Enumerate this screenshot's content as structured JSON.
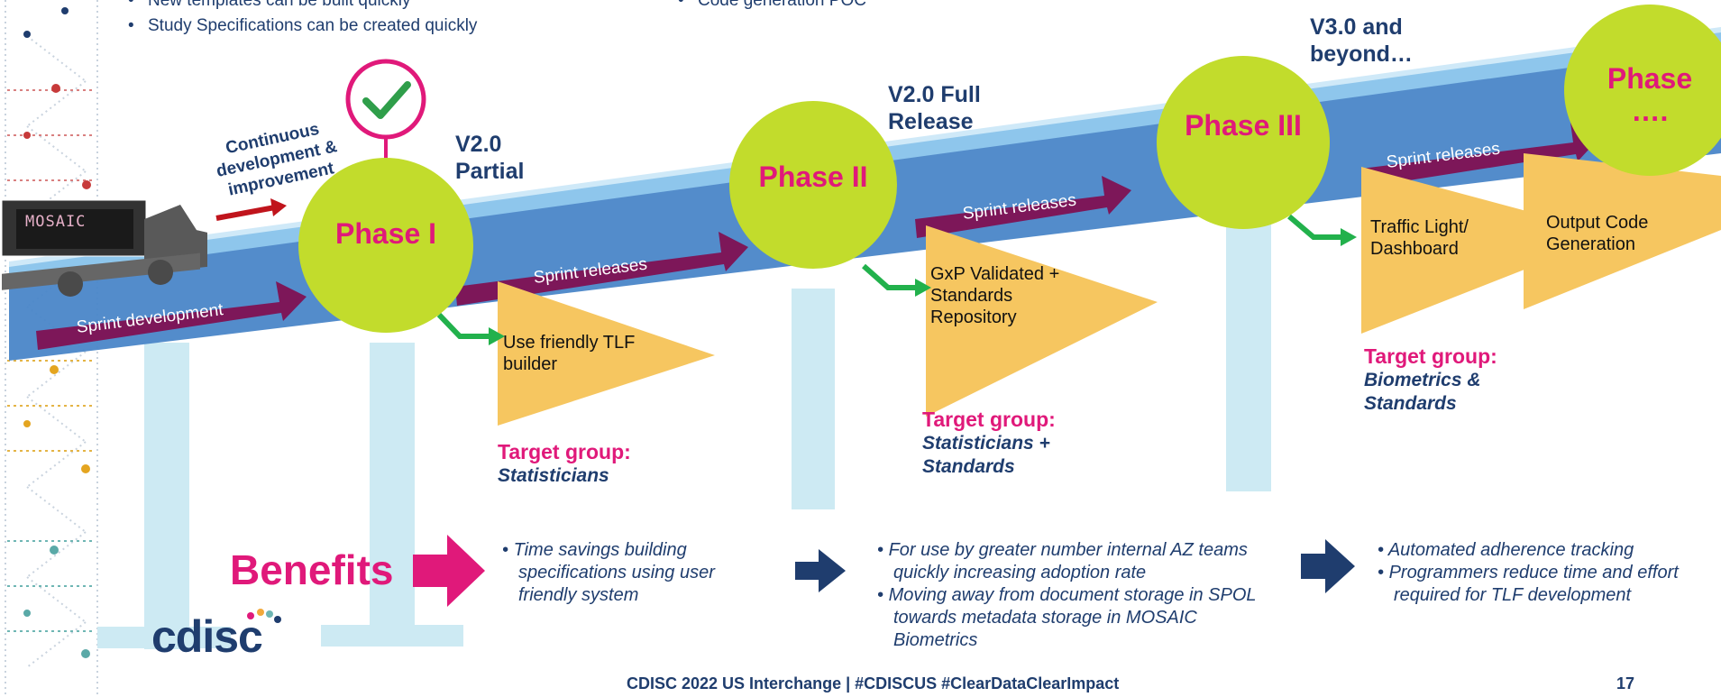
{
  "top_bullets_left": [
    "New templates can be built quickly",
    "Study Specifications can be created quickly"
  ],
  "top_bullets_mid": [
    "Code generation POC"
  ],
  "truck": {
    "brand": "MOSAIC"
  },
  "continuous_label": "Continuous development & improvement",
  "phases": [
    {
      "label": "Phase I",
      "version": "V2.0 Partial",
      "status": "complete"
    },
    {
      "label": "Phase II",
      "version": "V2.0 Full Release"
    },
    {
      "label": "Phase III",
      "version": "V3.0 and beyond…"
    },
    {
      "label": "Phase …."
    }
  ],
  "sprints": [
    "Sprint development",
    "Sprint releases",
    "Sprint releases",
    "Sprint releases"
  ],
  "features": [
    "Use friendly TLF builder",
    "GxP Validated + Standards Repository",
    "Traffic Light/ Dashboard",
    "Output Code Generation"
  ],
  "target_groups": {
    "title": "Target group:",
    "values": [
      "Statisticians",
      "Statisticians + Standards",
      "Biometrics & Standards"
    ]
  },
  "benefits": {
    "title": "Benefits",
    "columns": [
      [
        "Time savings building specifications using user friendly system"
      ],
      [
        "For use by greater number internal AZ teams quickly increasing adoption rate",
        "Moving away from document storage in SPOL towards metadata storage in MOSAIC Biometrics"
      ],
      [
        "Automated adherence tracking",
        "Programmers reduce time and effort required for TLF development"
      ]
    ]
  },
  "logo": "cdisc",
  "footer": {
    "text": "CDISC 2022 US Interchange | #CDISCUS #ClearDataClearImpact",
    "page": "17"
  },
  "colors": {
    "magenta": "#e0197a",
    "navy": "#1f3d6e",
    "lime": "#c2dc2c",
    "road_blue": "#4a86c8",
    "pillar": "#cdeaf3",
    "sprint_arrow": "#7d1759",
    "flag": "#f6c660",
    "green_arrow": "#22b14c",
    "red_arrow": "#c0141c"
  }
}
